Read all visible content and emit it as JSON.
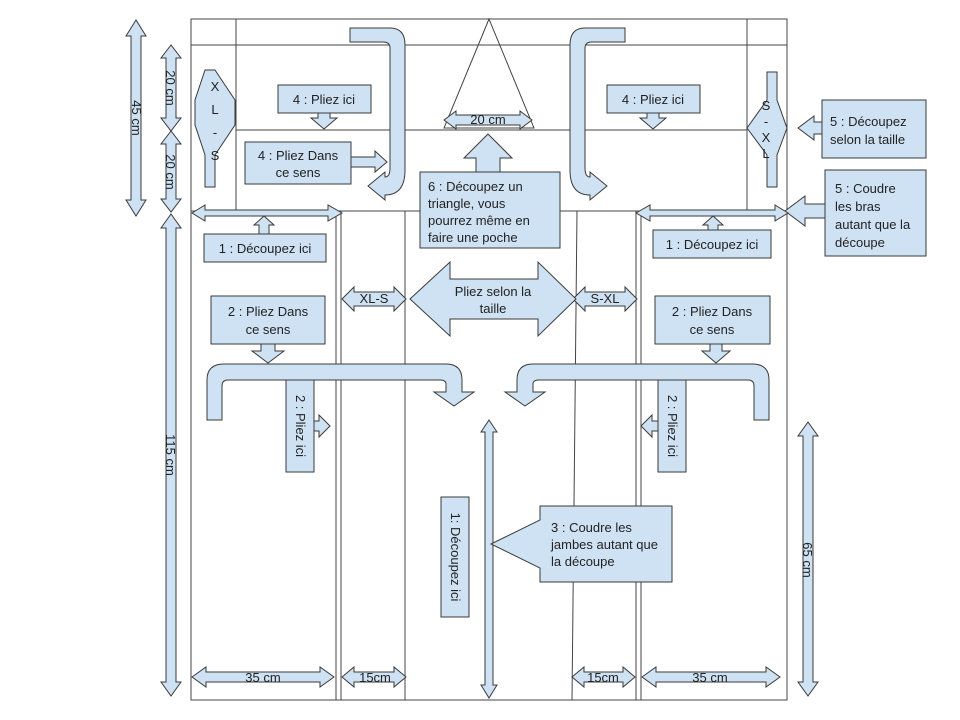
{
  "dimensions": {
    "d45": "45 cm",
    "d20a": "20 cm",
    "d20b": "20 cm",
    "d115": "115 cm",
    "d65": "65 cm",
    "d35l": "35 cm",
    "d15l": "15cm",
    "d15r": "15cm",
    "d35r": "35 cm",
    "d20top": "20 cm"
  },
  "size_ranges": {
    "left_vertical": [
      "X",
      "L",
      "-",
      "S"
    ],
    "right_vertical": [
      "S",
      "-",
      "X",
      "L"
    ],
    "left_mid": "XL-S",
    "right_mid": "S-XL"
  },
  "steps": {
    "s4_left_fold": "4 : Pliez ici",
    "s4_right_fold": "4 : Pliez ici",
    "s4_direction": [
      "4 : Pliez Dans",
      "ce sens"
    ],
    "s5_cut": [
      "5 : Découpez",
      "selon la taille"
    ],
    "s5_sew": [
      "5 : Coudre",
      "les bras",
      "autant que la",
      "découpe"
    ],
    "s6_triangle": [
      "6 : Découpez un",
      "triangle, vous",
      "pourrez même en",
      "faire une poche"
    ],
    "s1_left": "1 : Découpez ici",
    "s1_right": "1 : Découpez ici",
    "fold_size": [
      "Pliez selon la",
      "taille"
    ],
    "s2_left": [
      "2 : Pliez Dans",
      "ce sens"
    ],
    "s2_right": [
      "2 : Pliez Dans",
      "ce sens"
    ],
    "s2_left_vertical": "2 : Pliez ici",
    "s2_right_vertical": "2 : Pliez ici",
    "s1_center_vertical": "1: Découpez ici",
    "s3_sew": [
      "3 : Coudre les",
      "jambes autant que",
      "la découpe"
    ]
  }
}
